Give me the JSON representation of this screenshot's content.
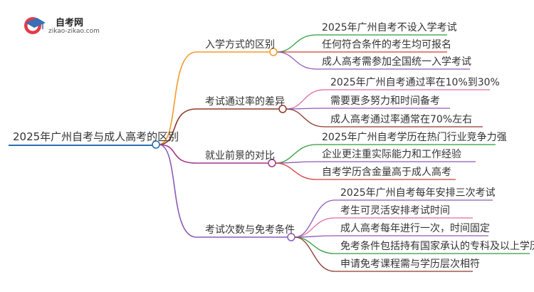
{
  "logo": {
    "name": "自考网",
    "url": "zikao-zikao.com"
  },
  "colors": {
    "root": "#2a6fb3",
    "branch_1": "#f39a2b",
    "branch_2": "#8b3a2b",
    "branch_3": "#a4368a",
    "branch_4": "#8e5ab7",
    "leaf_green": "#2e9b3a",
    "leaf_red": "#d63b3b",
    "leaf_purple": "#8e5ab7",
    "leaf_pink": "#e06aa2",
    "leaf_brown": "#8b3a2b"
  },
  "mindmap": {
    "root": {
      "label": "2025年广州自考与成人高考的区别"
    },
    "branches": [
      {
        "label": "入学方式的区别",
        "leaves": [
          {
            "label": "2025年广州自考不设入学考试"
          },
          {
            "label": "任何符合条件的考生均可报名"
          },
          {
            "label": "成人高考需参加全国统一入学考试"
          }
        ]
      },
      {
        "label": "考试通过率的差异",
        "leaves": [
          {
            "label": "2025年广州自考通过率在10%到30%"
          },
          {
            "label": "需要更多努力和时间备考"
          },
          {
            "label": "成人高考通过率通常在70%左右"
          }
        ]
      },
      {
        "label": "就业前景的对比",
        "leaves": [
          {
            "label": "2025年广州自考学历在热门行业竞争力强"
          },
          {
            "label": "企业更注重实际能力和工作经验"
          },
          {
            "label": "自考学历含金量高于成人高考"
          }
        ]
      },
      {
        "label": "考试次数与免考条件",
        "leaves": [
          {
            "label": "2025年广州自考每年安排三次考试"
          },
          {
            "label": "考生可灵活安排考试时间"
          },
          {
            "label": "成人高考每年进行一次，时间固定"
          },
          {
            "label": "免考条件包括持有国家承认的专科及以上学历"
          },
          {
            "label": "申请免考课程需与学历层次相符"
          }
        ]
      }
    ]
  }
}
